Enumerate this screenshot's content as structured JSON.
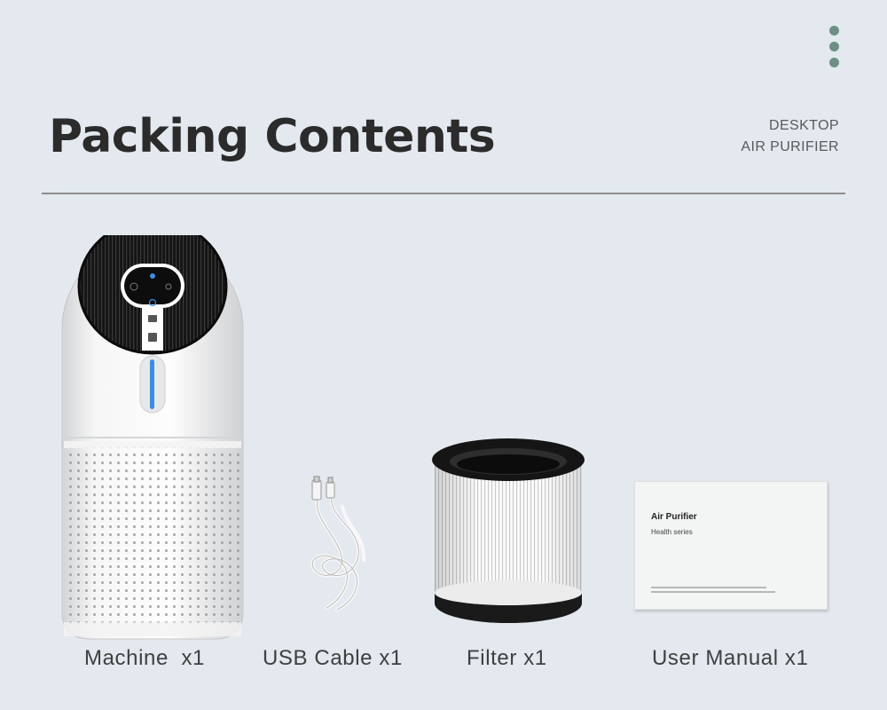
{
  "header": {
    "title": "Packing Contents",
    "subtitle_line1": "DESKTOP",
    "subtitle_line2": "AIR PURIFIER"
  },
  "items": [
    {
      "name": "machine",
      "caption": "Machine  x1"
    },
    {
      "name": "usb-cable",
      "caption": "USB Cable x1"
    },
    {
      "name": "filter",
      "caption": "Filter x1"
    },
    {
      "name": "user-manual",
      "caption": "User Manual x1"
    }
  ],
  "manual": {
    "title": "Air Purifier",
    "subtitle": "Health series"
  },
  "colors": {
    "background": "#e3e9ef",
    "accent_dots": "#6f8f84",
    "title": "#2b2b2b",
    "divider": "#8e8e8e",
    "purifier_led": "#3b8fe0"
  }
}
